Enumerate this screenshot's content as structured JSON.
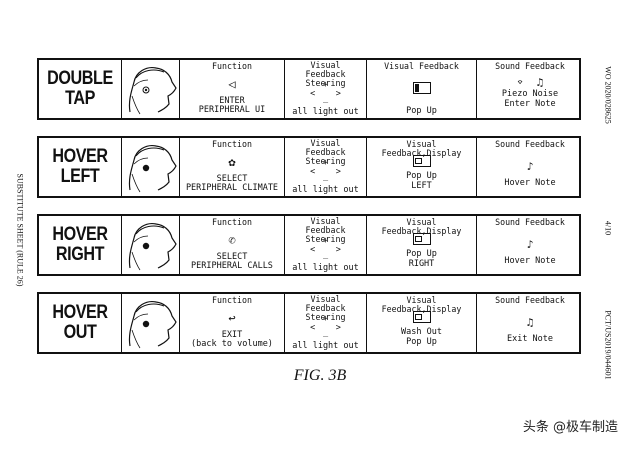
{
  "headers": {
    "function": "Function",
    "visual_steering": "Visual Feedback\nSteering",
    "visual": "Visual Feedback",
    "visual_display": "Visual Feedback,Display",
    "sound": "Sound Feedback"
  },
  "rows": [
    {
      "gesture": [
        "DOUBLE",
        "TAP"
      ],
      "function_icon": "◁",
      "function_text": [
        "ENTER",
        "PERIPHERAL UI"
      ],
      "steering_plus": "+",
      "steering_arrows": "<    >",
      "steering_minus": "_",
      "steering_text": "all light out",
      "visual_header": "Visual Feedback",
      "visual_text": [
        "Pop Up"
      ],
      "sound_icons": "⌔  ♫",
      "sound_text": [
        "Piezo Noise",
        "Enter Note"
      ]
    },
    {
      "gesture": [
        "HOVER",
        "LEFT"
      ],
      "function_icon": "✿",
      "function_text": [
        "SELECT",
        "PERIPHERAL CLIMATE"
      ],
      "steering_plus": "+",
      "steering_arrows": "<    >",
      "steering_minus": "_",
      "steering_text": "all light out",
      "visual_header": "Visual Feedback,Display",
      "visual_text": [
        "Pop Up",
        "LEFT"
      ],
      "sound_icons": "♪",
      "sound_text": [
        "Hover Note"
      ]
    },
    {
      "gesture": [
        "HOVER",
        "RIGHT"
      ],
      "function_icon": "✆",
      "function_text": [
        "SELECT",
        "PERIPHERAL CALLS"
      ],
      "steering_plus": "+",
      "steering_arrows": "<    >",
      "steering_minus": "_",
      "steering_text": "all light out",
      "visual_header": "Visual Feedback,Display",
      "visual_text": [
        "Pop Up",
        "RIGHT"
      ],
      "sound_icons": "♪",
      "sound_text": [
        "Hover Note"
      ]
    },
    {
      "gesture": [
        "HOVER",
        "OUT"
      ],
      "function_icon": "↩",
      "function_text": [
        "EXIT",
        "(back to volume)"
      ],
      "steering_plus": "+",
      "steering_arrows": "<    >",
      "steering_minus": "_",
      "steering_text": "all light out",
      "visual_header": "Visual Feedback,Display",
      "visual_text": [
        "Wash Out",
        "Pop Up"
      ],
      "sound_icons": "♫",
      "sound_text": [
        "Exit Note"
      ]
    }
  ],
  "caption": "FIG. 3B",
  "side_left": "SUBSTITUTE SHEET (RULE 26)",
  "side_right_top": "WO 2020/028625",
  "side_right_mid": "4/10",
  "side_right_bottom": "PCT/US2019/044601",
  "watermark": "头条 @极车制造"
}
